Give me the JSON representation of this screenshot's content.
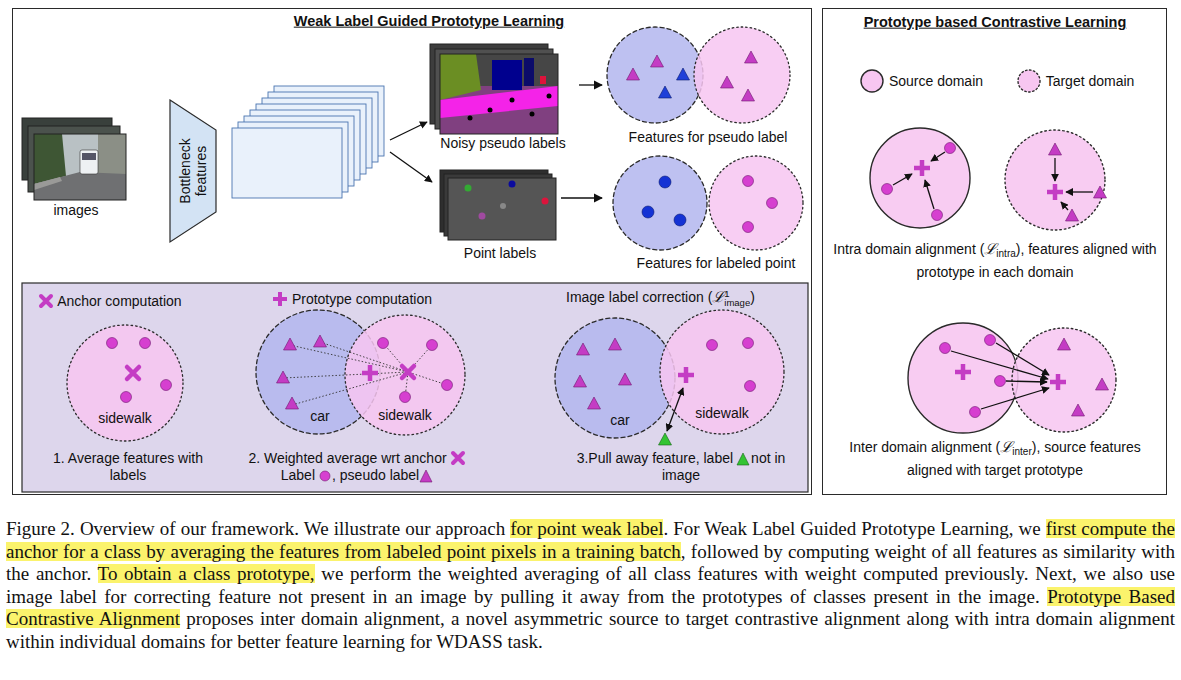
{
  "diagram": {
    "caption": "Figure 2. Overview of our framework. We illustrate our approach for point weak label. For Weak Label Guided Prototype Learning, we first compute the anchor for a class by averaging the features from labeled point pixels in a training batch, followed by computing weight of all features as similarity with the anchor. To obtain a class prototype, we perform the weighted averaging of all class features with weight computed previously. Next, we also use image label for correcting feature not present in an image by pulling it away from the prototypes of classes present in the image. Prototype Based Contrastive Alignment proposes inter domain alignment, a novel asymmetric source to target contrastive alignment along with intra domain alignment within individual domains for better feature learning for WDASS task.",
    "nodes": [
      {
        "text": [
          "Weak Label Guided Prototype Learning"
        ]
      },
      {
        "text": [
          "images"
        ],
        "in": 0
      },
      {
        "text": [
          "Bottleneck features"
        ],
        "in": 0
      },
      {
        "text": [
          "Noisy pseudo labels"
        ],
        "in": 0
      },
      {
        "text": [
          "Features for pseudo label"
        ],
        "in": 0
      },
      {
        "text": [
          "Point labels"
        ],
        "in": 0
      },
      {
        "text": [
          "Features for labeled point"
        ],
        "in": 0
      },
      {
        "text": [
          "sidewalk"
        ],
        "in": 0
      },
      {
        "text": [
          "car"
        ],
        "in": 0
      },
      {
        "text": [
          "sidewalk"
        ],
        "in": 0
      },
      {
        "text": [
          "car"
        ],
        "in": 0
      },
      {
        "text": [
          "sidewalk"
        ],
        "in": 0
      },
      {
        "text": [
          "Prototype based Contrastive Learning"
        ]
      }
    ],
    "edges": [
      {
        "from": 3,
        "to": 4,
        "arrow": "to"
      },
      {
        "from": 5,
        "to": 6,
        "arrow": "to"
      }
    ],
    "labels": [
      "1. Average features with labels",
      "2. Weighted average wrt anchor",
      "Label",
      ", pseudo label",
      "Image label correction (",
      "ℒ",
      "1",
      "image",
      ")",
      "3.Pull away feature, label",
      "not in image",
      "Intra domain alignment (",
      "ℒ",
      "intra",
      "), features aligned with prototype in each domain",
      "Inter domain alignment (",
      "ℒ",
      "inter",
      "), source features aligned with target prototype"
    ],
    "legend": [
      {
        "text": "Anchor computation"
      },
      {
        "text": "Prototype computation"
      },
      {
        "text": "Source domain"
      },
      {
        "text": "Target domain"
      }
    ]
  }
}
